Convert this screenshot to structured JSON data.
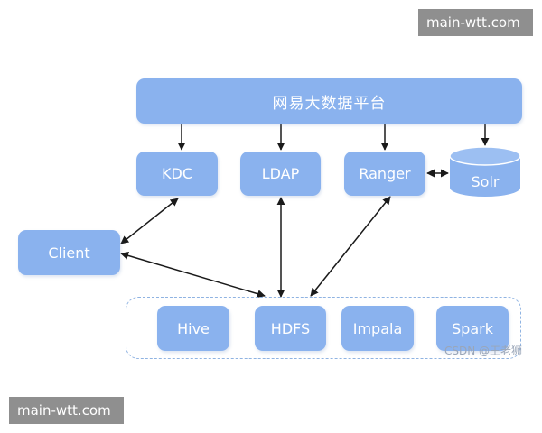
{
  "watermark": {
    "top": "main-wtt.com",
    "bottom": "main-wtt.com"
  },
  "diagram": {
    "platform": "网易大数据平台",
    "services": {
      "kdc": "KDC",
      "ldap": "LDAP",
      "ranger": "Ranger",
      "solr": "Solr"
    },
    "client": "Client",
    "components": {
      "hive": "Hive",
      "hdfs": "HDFS",
      "impala": "Impala",
      "spark": "Spark"
    },
    "credit": "CSDN @王老狮"
  },
  "colors": {
    "node_fill": "#8ab2ee",
    "node_text": "#ffffff",
    "arrow": "#1a1a1a",
    "group_border": "#8fb3e2"
  }
}
